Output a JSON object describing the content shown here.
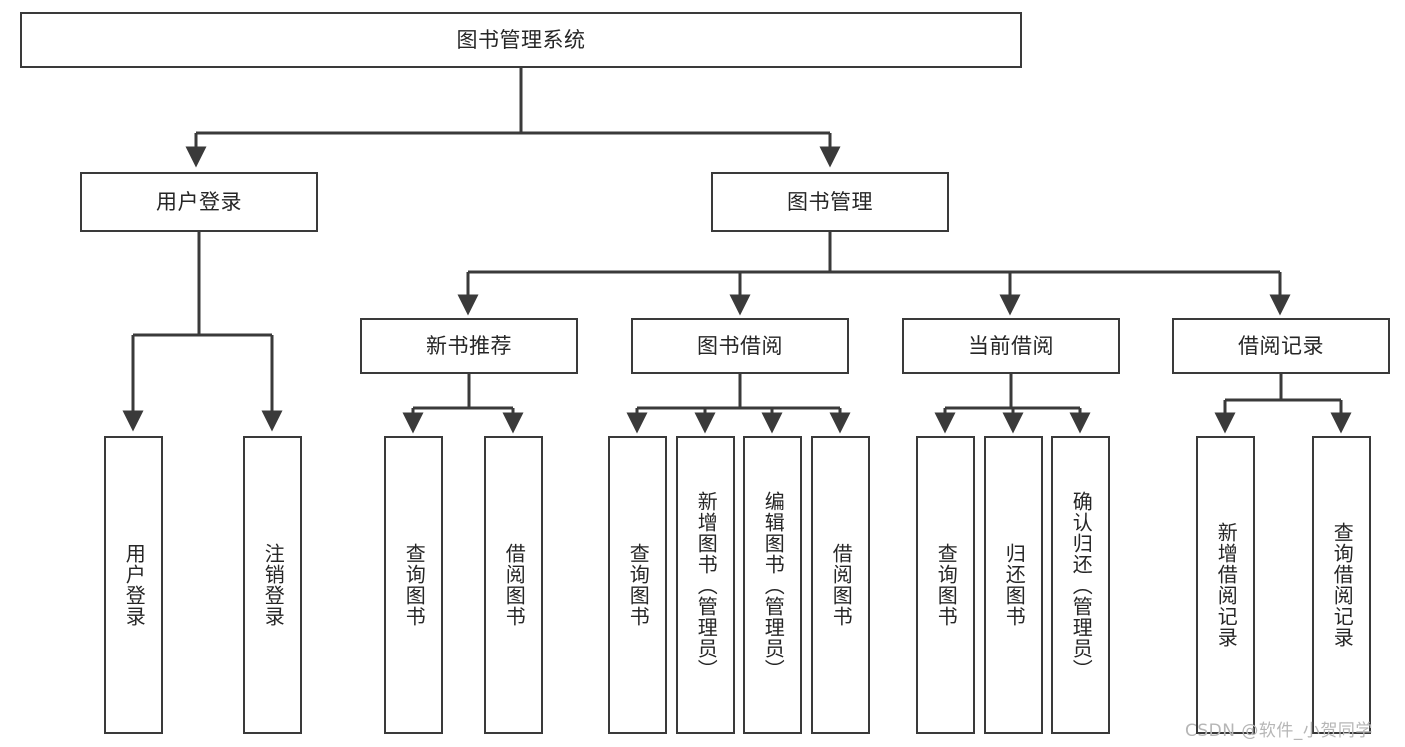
{
  "diagram": {
    "type": "tree-flowchart",
    "title": "图书管理系统",
    "orientation": "top-down",
    "colors": {
      "box_border": "#3a3a3a",
      "box_fill": "#ffffff",
      "edge": "#3a3a3a",
      "text": "#262626",
      "watermark": "#b6b6b6",
      "background": "#ffffff"
    },
    "levels": {
      "root": "图书管理系统",
      "level1": [
        "用户登录",
        "图书管理"
      ],
      "level2": [
        "新书推荐",
        "图书借阅",
        "当前借阅",
        "借阅记录"
      ]
    },
    "nodes": {
      "root": {
        "label": "图书管理系统"
      },
      "user_login": {
        "label": "用户登录"
      },
      "book_manage": {
        "label": "图书管理"
      },
      "new_book_rec": {
        "label": "新书推荐"
      },
      "book_borrow": {
        "label": "图书借阅"
      },
      "current_borrow": {
        "label": "当前借阅"
      },
      "borrow_record": {
        "label": "借阅记录"
      },
      "leaf_user_login": {
        "label": "用户登录"
      },
      "leaf_logout": {
        "label": "注销登录"
      },
      "leaf_query_book_a": {
        "label": "查询图书"
      },
      "leaf_borrow_book_a": {
        "label": "借阅图书"
      },
      "leaf_query_book_b": {
        "label": "查询图书"
      },
      "leaf_add_book": {
        "label": "新增图书（管理员）"
      },
      "leaf_edit_book": {
        "label": "编辑图书（管理员）"
      },
      "leaf_borrow_book_b": {
        "label": "借阅图书"
      },
      "leaf_query_book_c": {
        "label": "查询图书"
      },
      "leaf_return_book": {
        "label": "归还图书"
      },
      "leaf_confirm_return": {
        "label": "确认归还（管理员）"
      },
      "leaf_add_record": {
        "label": "新增借阅记录"
      },
      "leaf_query_record": {
        "label": "查询借阅记录"
      }
    },
    "edges": [
      {
        "from": "root",
        "to": "user_login"
      },
      {
        "from": "root",
        "to": "book_manage"
      },
      {
        "from": "user_login",
        "to": "leaf_user_login"
      },
      {
        "from": "user_login",
        "to": "leaf_logout"
      },
      {
        "from": "book_manage",
        "to": "new_book_rec"
      },
      {
        "from": "book_manage",
        "to": "book_borrow"
      },
      {
        "from": "book_manage",
        "to": "current_borrow"
      },
      {
        "from": "book_manage",
        "to": "borrow_record"
      },
      {
        "from": "new_book_rec",
        "to": "leaf_query_book_a"
      },
      {
        "from": "new_book_rec",
        "to": "leaf_borrow_book_a"
      },
      {
        "from": "book_borrow",
        "to": "leaf_query_book_b"
      },
      {
        "from": "book_borrow",
        "to": "leaf_add_book"
      },
      {
        "from": "book_borrow",
        "to": "leaf_edit_book"
      },
      {
        "from": "book_borrow",
        "to": "leaf_borrow_book_b"
      },
      {
        "from": "current_borrow",
        "to": "leaf_query_book_c"
      },
      {
        "from": "current_borrow",
        "to": "leaf_return_book"
      },
      {
        "from": "current_borrow",
        "to": "leaf_confirm_return"
      },
      {
        "from": "borrow_record",
        "to": "leaf_add_record"
      },
      {
        "from": "borrow_record",
        "to": "leaf_query_record"
      }
    ]
  },
  "watermark": {
    "text": "CSDN @软件_小贺同学"
  }
}
